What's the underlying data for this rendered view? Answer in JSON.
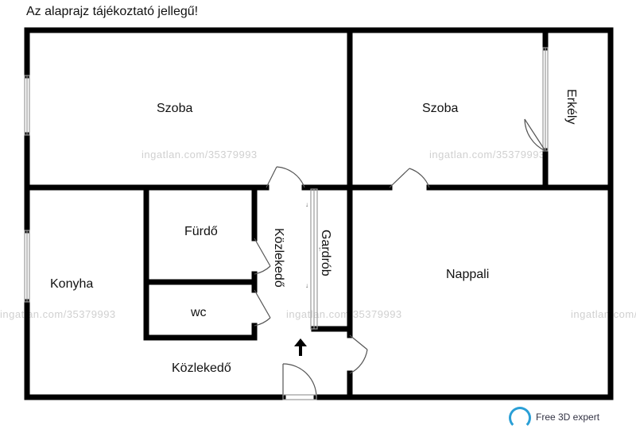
{
  "note": "Az alaprajz tájékoztató jellegű!",
  "rooms": {
    "szoba_left": "Szoba",
    "szoba_right": "Szoba",
    "erkely": "Erkély",
    "furdo": "Fürdő",
    "wc": "wc",
    "konyha": "Konyha",
    "kozlekedo_vertical": "Közlekedő",
    "gardrob": "Gardrób",
    "nappali": "Nappali",
    "kozlekedo_bottom": "Közlekedő"
  },
  "watermark": "ingatlan.com/35379993",
  "logo": "Free 3D expert",
  "colors": {
    "wall": "#000000",
    "door": "#555555",
    "window": "#9a9a9a",
    "watermark": "#d0d0d0"
  }
}
